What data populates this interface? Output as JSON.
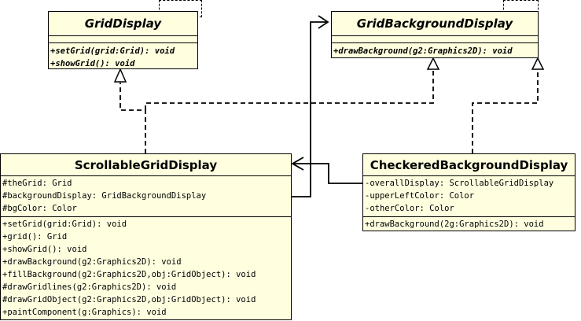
{
  "classes": {
    "grid_display": {
      "name": "GridDisplay",
      "attributes": [],
      "methods": [
        "+setGrid(grid:Grid): void",
        "+showGrid(): void"
      ]
    },
    "grid_background_display": {
      "name": "GridBackgroundDisplay",
      "attributes": [],
      "methods": [
        "+drawBackground(g2:Graphics2D): void"
      ]
    },
    "scrollable_grid_display": {
      "name": "ScrollableGridDisplay",
      "attributes": [
        "#theGrid: Grid",
        "#backgroundDisplay: GridBackgroundDisplay",
        "#bgColor: Color"
      ],
      "methods": [
        "+setGrid(grid:Grid): void",
        "+grid(): Grid",
        "+showGrid(): void",
        "+drawBackground(g2:Graphics2D): void",
        "+fillBackground(g2:Graphics2D,obj:GridObject): void",
        "#drawGridlines(g2:Graphics2D): void",
        "#drawGridObject(g2:Graphics2D,obj:GridObject): void",
        "+paintComponent(g:Graphics): void"
      ]
    },
    "checkered_background_display": {
      "name": "CheckeredBackgroundDisplay",
      "attributes": [
        "-overallDisplay: ScrollableGridDisplay",
        "-upperLeftColor: Color",
        "-otherColor: Color"
      ],
      "methods": [
        "+drawBackground(2g:Graphics2D): void"
      ]
    }
  }
}
